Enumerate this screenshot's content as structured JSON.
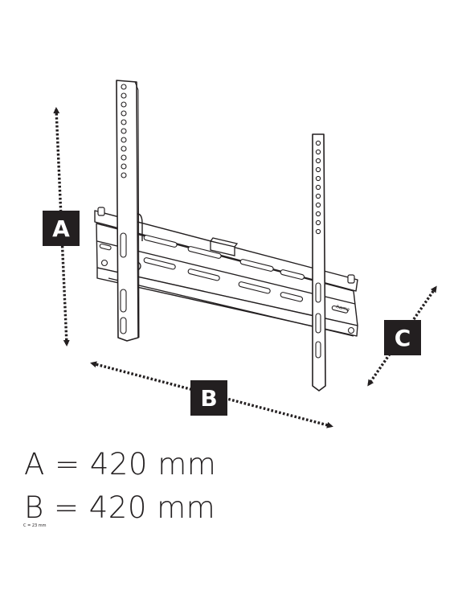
{
  "labels": {
    "a": "A",
    "b": "B",
    "c": "C"
  },
  "dimensions": {
    "a": "A = 420 mm",
    "b": "B = 420 mm",
    "c_note": "C = 23 mm"
  },
  "brand": "hama",
  "colors": {
    "ink": "#231f20",
    "background": "#ffffff"
  }
}
